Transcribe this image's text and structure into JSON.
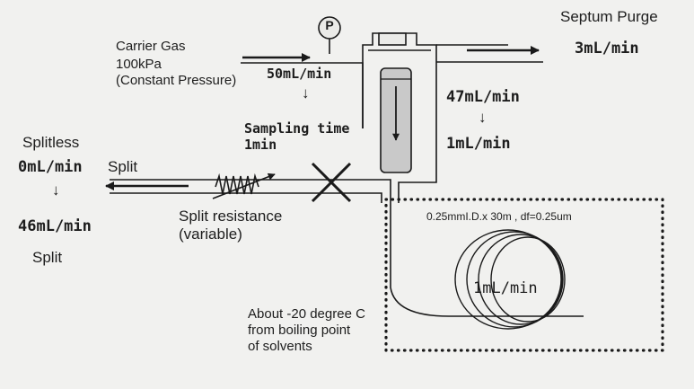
{
  "labels": {
    "septum_purge": "Septum Purge",
    "septum_purge_flow": "3mL/min",
    "carrier_gas": "Carrier Gas",
    "carrier_pressure": "100kPa",
    "carrier_mode": "(Constant Pressure)",
    "inlet_flow": "50mL/min",
    "pressure_gauge": "P",
    "liner_flow": "47mL/min",
    "column_inlet_flow": "1mL/min",
    "sampling_time": "Sampling time\n1min",
    "splitless": "Splitless",
    "splitless_flow": "0mL/min",
    "split_top": "Split",
    "split_flow": "46mL/min",
    "split_bottom": "Split",
    "split_resistance": "Split resistance\n(variable)",
    "column_spec": "0.25mmI.D.x 30m , df=0.25um",
    "column_flow": "1mL/min",
    "oven_temperature": "About -20 degree C\nfrom boiling point\nof solvents"
  },
  "arrows": {
    "down_arrow": "↓"
  },
  "colors": {
    "line": "#1a1a1a",
    "background": "#f1f1ef",
    "liner": "#c9c9c9"
  }
}
